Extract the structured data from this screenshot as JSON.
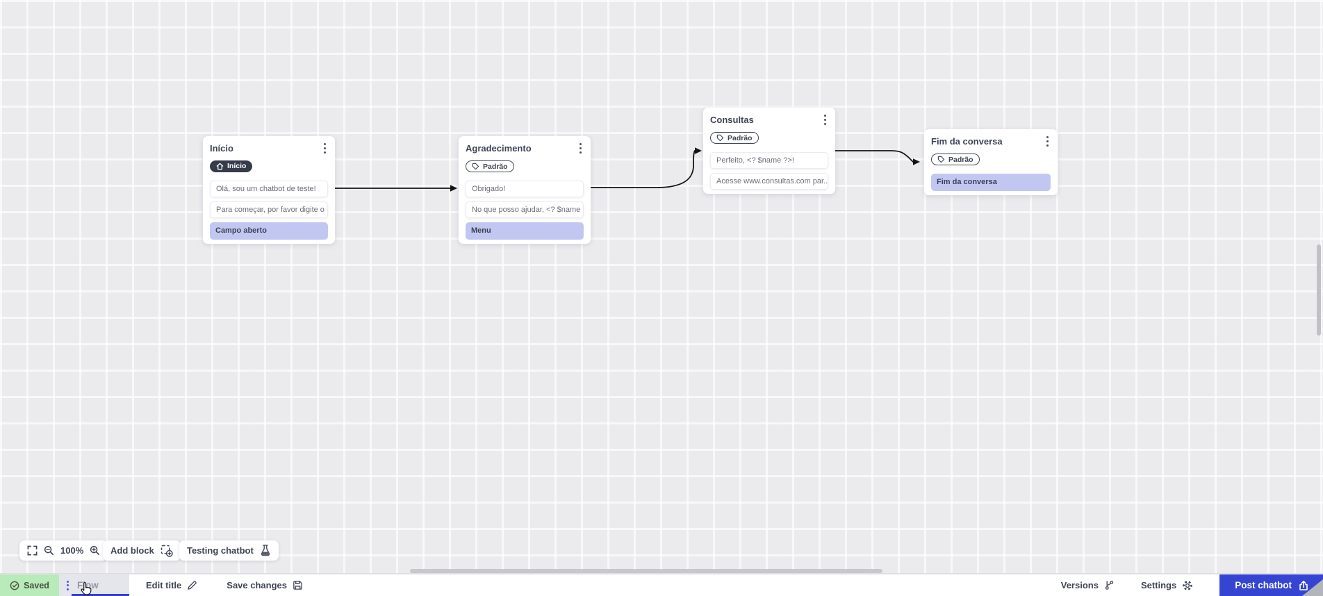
{
  "colors": {
    "accent_blue": "#3545d2",
    "row_highlight": "#c2c7f1",
    "saved_green": "#b9eaba",
    "node_badge_dark": "#353b4b",
    "canvas_bg": "#ebebee"
  },
  "nodes": [
    {
      "title": "Início",
      "badge": {
        "label": "Início",
        "icon": "home-icon"
      },
      "rows": [
        {
          "type": "message",
          "text": "Olá, sou um chatbot de teste!"
        },
        {
          "type": "message",
          "text": "Para começar, por favor digite o ..."
        },
        {
          "type": "action",
          "text": "Campo aberto"
        }
      ]
    },
    {
      "title": "Agradecimento",
      "badge": {
        "label": "Padrão",
        "icon": "tag-icon"
      },
      "rows": [
        {
          "type": "message",
          "text": "Obrigado!"
        },
        {
          "type": "message",
          "text": "No que posso ajudar, <? $name ..."
        },
        {
          "type": "action",
          "text": "Menu"
        }
      ]
    },
    {
      "title": "Consultas",
      "badge": {
        "label": "Padrão",
        "icon": "tag-icon"
      },
      "rows": [
        {
          "type": "message",
          "text": "Perfeito, <? $name ?>!"
        },
        {
          "type": "message",
          "text": "Acesse www.consultas.com par..."
        }
      ]
    },
    {
      "title": "Fim da conversa",
      "badge": {
        "label": "Padrão",
        "icon": "tag-icon"
      },
      "rows": [
        {
          "type": "action",
          "text": "Fim da conversa"
        }
      ]
    }
  ],
  "canvas_toolbar": {
    "zoom_level": "100%",
    "add_block_label": "Add block",
    "testing_label": "Testing chatbot",
    "icons": [
      "fullscreen-icon",
      "zoom-out-icon",
      "zoom-in-icon",
      "add-block-icon",
      "flask-icon"
    ]
  },
  "bottom_bar": {
    "saved_label": "Saved",
    "flow_tab_label": "Flow",
    "edit_title_label": "Edit title",
    "save_changes_label": "Save changes",
    "versions_label": "Versions",
    "settings_label": "Settings",
    "post_chatbot_label": "Post chatbot",
    "icons": [
      "check-circle-icon",
      "kebab-icon",
      "pencil-icon",
      "floppy-icon",
      "branch-icon",
      "gear-icon",
      "upload-icon"
    ]
  }
}
